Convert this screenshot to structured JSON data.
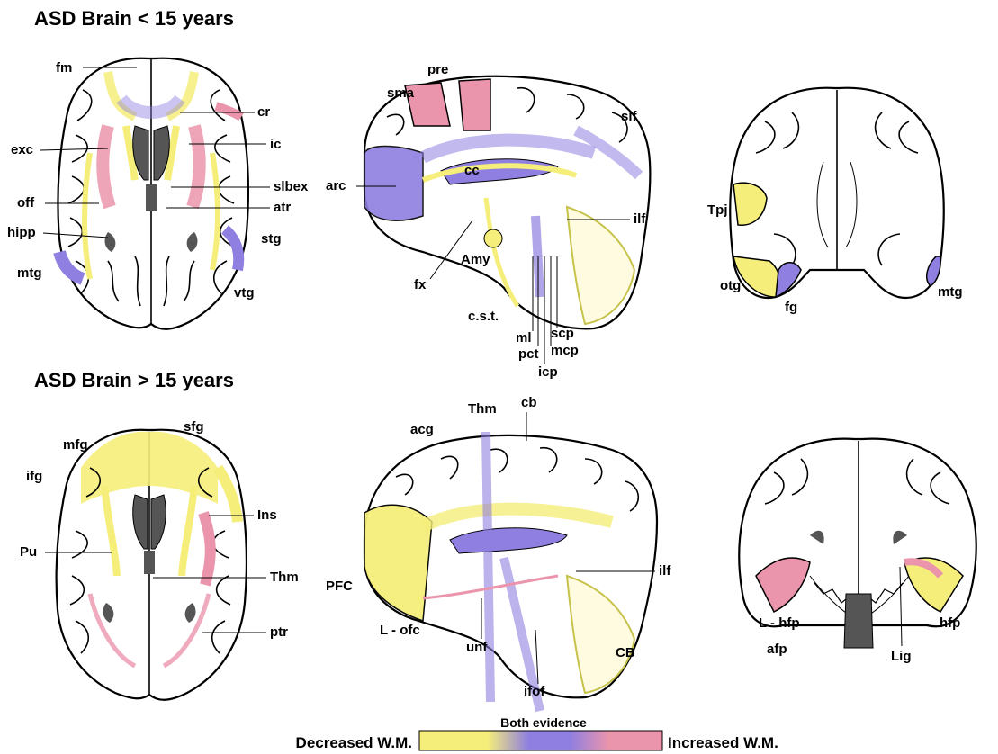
{
  "colors": {
    "decreased": "#f5ee7a",
    "both": "#8f7fe0",
    "increased": "#eb95ac",
    "outline": "#000000",
    "grey": "#555555"
  },
  "top_row": {
    "title": "ASD Brain < 15 years",
    "axial": {
      "labels": [
        "fm",
        "cr",
        "exc",
        "ic",
        "slbex",
        "off",
        "atr",
        "hipp",
        "stg",
        "mtg",
        "vtg"
      ]
    },
    "sagittal": {
      "labels": [
        "pre",
        "sma",
        "slf",
        "cc",
        "arc",
        "ilf",
        "Amy",
        "fx",
        "c.s.t.",
        "scp",
        "ml",
        "mcp",
        "pct",
        "icp"
      ]
    },
    "coronal": {
      "labels": [
        "Tpj",
        "otg",
        "fg",
        "mtg"
      ]
    }
  },
  "bottom_row": {
    "title": "ASD Brain > 15 years",
    "axial": {
      "labels": [
        "sfg",
        "mfg",
        "ifg",
        "Ins",
        "Pu",
        "Thm",
        "ptr"
      ]
    },
    "sagittal": {
      "labels": [
        "Thm",
        "cb",
        "acg",
        "ilf",
        "PFC",
        "L - ofc",
        "unf",
        "ifof",
        "CB"
      ]
    },
    "coronal": {
      "labels": [
        "L - hfp",
        "hfp",
        "afp",
        "Lig"
      ]
    }
  },
  "legend": {
    "left": "Decreased W.M.",
    "middle": "Both evidence",
    "right": "Increased W.M."
  }
}
